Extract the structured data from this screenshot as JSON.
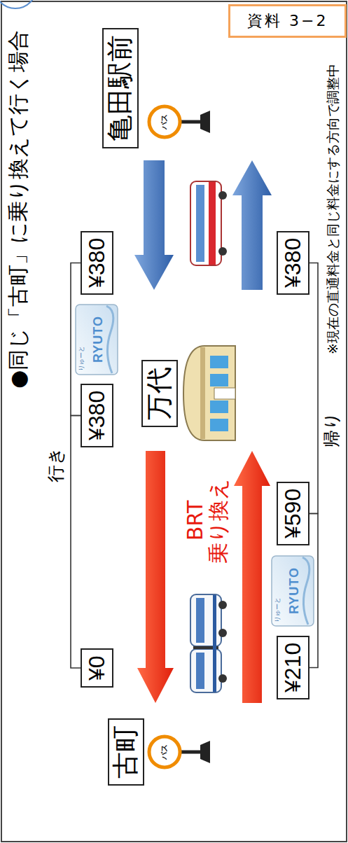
{
  "diagram": {
    "title": "●同じ「古町」に乗り換えて行く場合",
    "nodes": [
      {
        "text": [
          "資料 3−2"
        ]
      },
      {
        "text": [
          "亀田駅前"
        ]
      },
      {
        "text": [
          "万代"
        ]
      },
      {
        "text": [
          "古町"
        ]
      },
      {
        "text": [
          "¥380"
        ]
      },
      {
        "text": [
          "¥380"
        ]
      },
      {
        "text": [
          "¥0"
        ]
      },
      {
        "text": [
          "¥380"
        ]
      },
      {
        "text": [
          "¥590"
        ]
      },
      {
        "text": [
          "¥210"
        ]
      }
    ],
    "edges": [
      {
        "from": 6,
        "to": 5,
        "arrow": "none"
      },
      {
        "from": 5,
        "to": 4,
        "arrow": "none"
      },
      {
        "from": 9,
        "to": 8,
        "arrow": "none"
      },
      {
        "from": 8,
        "to": 7,
        "arrow": "none"
      }
    ],
    "labels": [
      "行き",
      "BRT 乗り換え",
      "帰り",
      "りゅーと",
      "RYUTO",
      "りゅーと",
      "RYUTO",
      "バス",
      "バス",
      "※現在の直通料金と同じ料金にする方向で調整中"
    ]
  }
}
